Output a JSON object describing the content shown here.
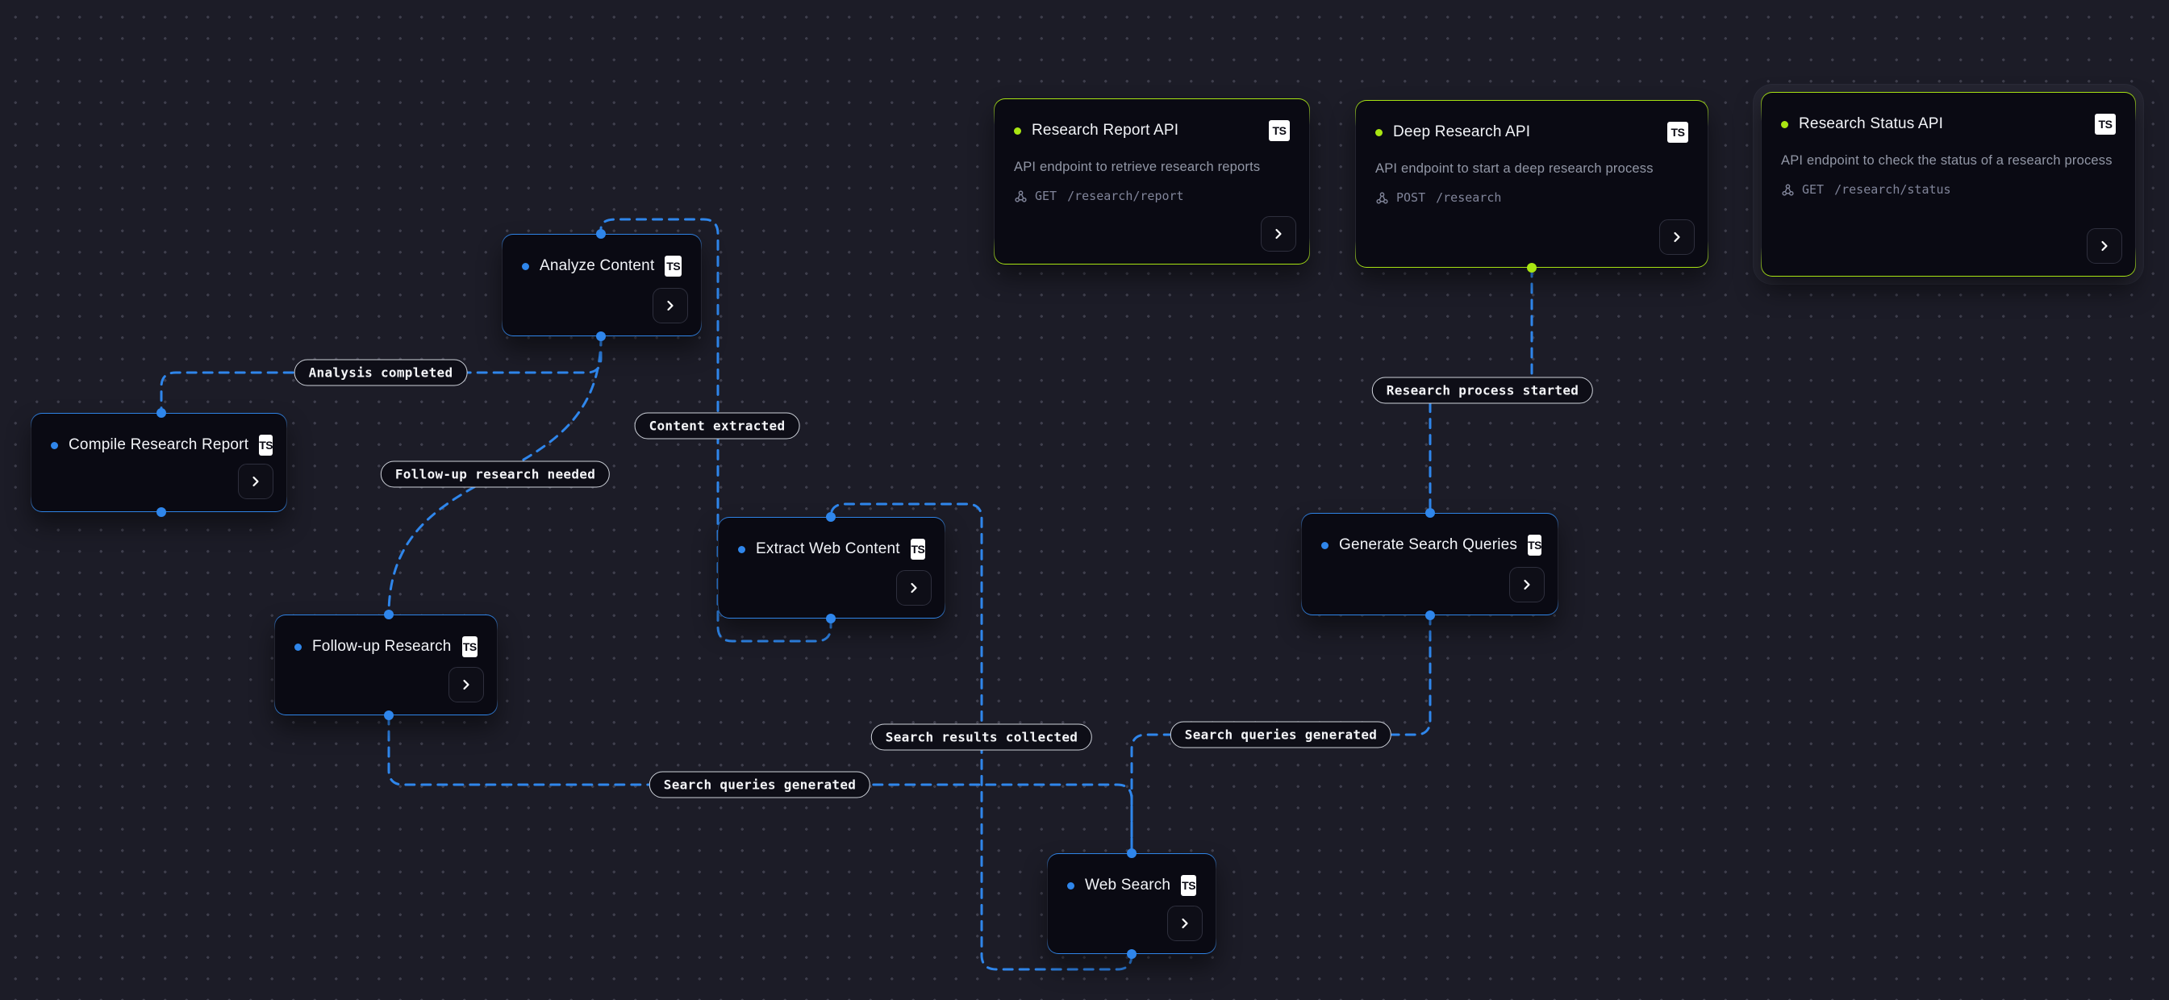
{
  "canvas": {
    "kind": "workflow-flow-canvas"
  },
  "colors": {
    "bg": "#1c1c27",
    "dot": "#3e3e4c",
    "node_bg": "#0a0a13",
    "edge_blue": "#2f86eb",
    "accent_green": "#a9e612",
    "label_border": "#ced2da",
    "title": "#f2f4f8",
    "desc": "#9297a6",
    "mono": "#81859a"
  },
  "badges": {
    "typescript": "TS"
  },
  "nodes": [
    {
      "id": "research-report-api",
      "title": "Research Report API",
      "type": "api",
      "description": "API endpoint to retrieve research reports",
      "method": "GET",
      "path": "/research/report"
    },
    {
      "id": "deep-research-api",
      "title": "Deep Research API",
      "type": "api",
      "description": "API endpoint to start a deep research process",
      "method": "POST",
      "path": "/research"
    },
    {
      "id": "research-status-api",
      "title": "Research Status API",
      "type": "api",
      "description": "API endpoint to check the status of a research process",
      "method": "GET",
      "path": "/research/status"
    },
    {
      "id": "analyze-content",
      "title": "Analyze Content",
      "type": "event"
    },
    {
      "id": "compile-research-report",
      "title": "Compile Research Report",
      "type": "event"
    },
    {
      "id": "extract-web-content",
      "title": "Extract Web Content",
      "type": "event"
    },
    {
      "id": "follow-up-research",
      "title": "Follow-up Research",
      "type": "event"
    },
    {
      "id": "generate-search-queries",
      "title": "Generate Search Queries",
      "type": "event"
    },
    {
      "id": "web-search",
      "title": "Web Search",
      "type": "event"
    }
  ],
  "edge_labels": [
    "Analysis completed",
    "Content extracted",
    "Follow-up research needed",
    "Research process started",
    "Search queries generated",
    "Search queries generated",
    "Search results collected"
  ]
}
